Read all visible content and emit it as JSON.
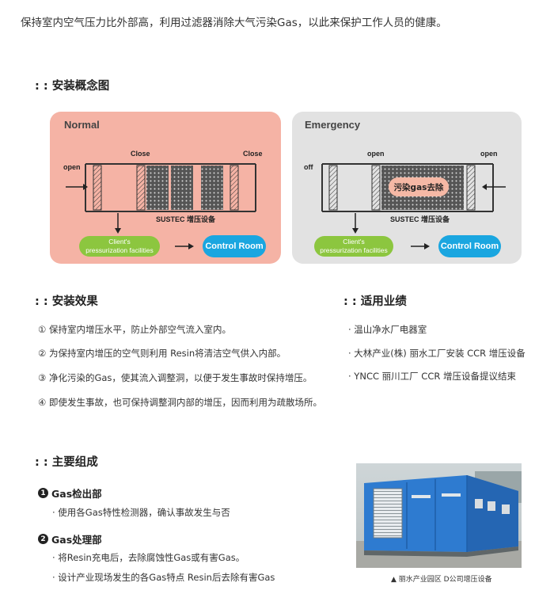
{
  "intro": "保持室内空气压力比外部高，利用过滤器消除大气污染Gas，以此来保护工作人员的健康。",
  "concept": {
    "title": ": : 安装概念图",
    "normal": {
      "title": "Normal",
      "left_label": "open",
      "mid_label": "Close",
      "right_label": "Close",
      "device": "SUSTEC 增压设备",
      "client": "Client's\npressurization facilities",
      "control": "Control Room",
      "bg": "#f5b3a5"
    },
    "emergency": {
      "title": "Emergency",
      "left_label": "off",
      "mid_label": "open",
      "right_label": "open",
      "center_text": "污染gas去除",
      "device": "SUSTEC 增压设备",
      "client": "Client's\npressurization facilities",
      "control": "Control Room",
      "bg": "#e2e2e2"
    }
  },
  "effects": {
    "title": ": : 安装效果",
    "items": [
      "① 保持室内增压水平，防止外部空气流入室内。",
      "② 为保持室内增压的空气则利用 Resin将清洁空气供入内部。",
      "③ 净化污染的Gas，使其流入调整洞，以便于发生事故时保持增压。",
      "④ 即使发生事故，也可保持调整洞内部的增压，因而利用为疏散场所。"
    ]
  },
  "records": {
    "title": ": : 适用业绩",
    "items": [
      "· 温山净水厂电器室",
      "· 大林产业(株) 丽水工厂安装 CCR 增压设备",
      "· YNCC 丽川工厂 CCR 增压设备提议结束"
    ]
  },
  "components": {
    "title": ": : 主要组成",
    "parts": [
      {
        "num": "1",
        "title": "Gas检出部",
        "items": [
          "· 使用各Gas特性检测器，确认事故发生与否"
        ]
      },
      {
        "num": "2",
        "title": "Gas处理部",
        "items": [
          "· 将Resin充电后，去除腐蚀性Gas或有害Gas。",
          "· 设计产业现场发生的各Gas特点 Resin后去除有害Gas"
        ]
      }
    ]
  },
  "photo": {
    "caption": "▲ 丽水产业园区 D公司增压设备"
  }
}
